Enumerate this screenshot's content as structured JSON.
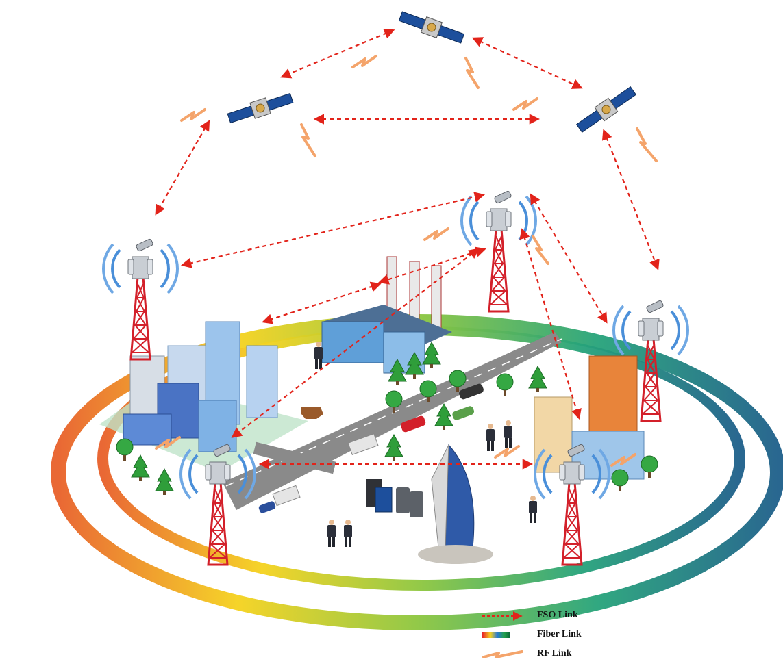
{
  "colors": {
    "fso": "#e2231a",
    "rf": "#f4a46b",
    "tower_red": "#d3202a",
    "ground": "#ffffff",
    "road": "#8a8a8a",
    "tree": "#2f9e3a",
    "building_blue": "#7fb2e5",
    "building_orange": "#e8843a",
    "radio_wave": "#4a8fd9"
  },
  "legend": {
    "fso_label": "FSO Link",
    "fiber_label": "Fiber Link",
    "rf_label": "RF Link"
  },
  "icons": [
    "satellite-icon",
    "cell-tower-icon",
    "camera-icon",
    "building-icon",
    "factory-icon",
    "tree-icon",
    "car-icon",
    "person-icon",
    "dog-icon",
    "server-icon",
    "smartphone-icon",
    "burj-al-arab-icon"
  ]
}
